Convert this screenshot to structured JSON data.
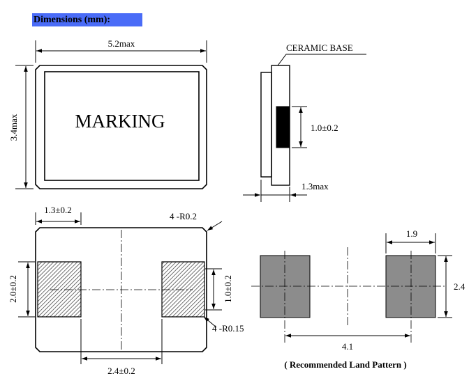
{
  "title": "Dimensions (mm):",
  "top_view": {
    "width_label": "5.2max",
    "height_label": "3.4max",
    "marking_label": "MARKING"
  },
  "side_view": {
    "base_label": "CERAMIC BASE",
    "pad_label": "1.0±0.2",
    "thickness_label": "1.3max"
  },
  "bottom_view": {
    "pad_offset_label": "1.3±0.2",
    "corner_radius_label": "4 -R0.2",
    "pad_height_label": "2.0±0.2",
    "inner_height_label": "1.0±0.2",
    "pad_radius_label": "4 -R0.15",
    "pad_gap_label": "2.4±0.2"
  },
  "land_pattern": {
    "pad_width_label": "1.9",
    "pad_height_label": "2.4",
    "pitch_label": "4.1",
    "caption": "( Recommended Land Pattern )",
    "pad_color": "#8c8c8c"
  }
}
